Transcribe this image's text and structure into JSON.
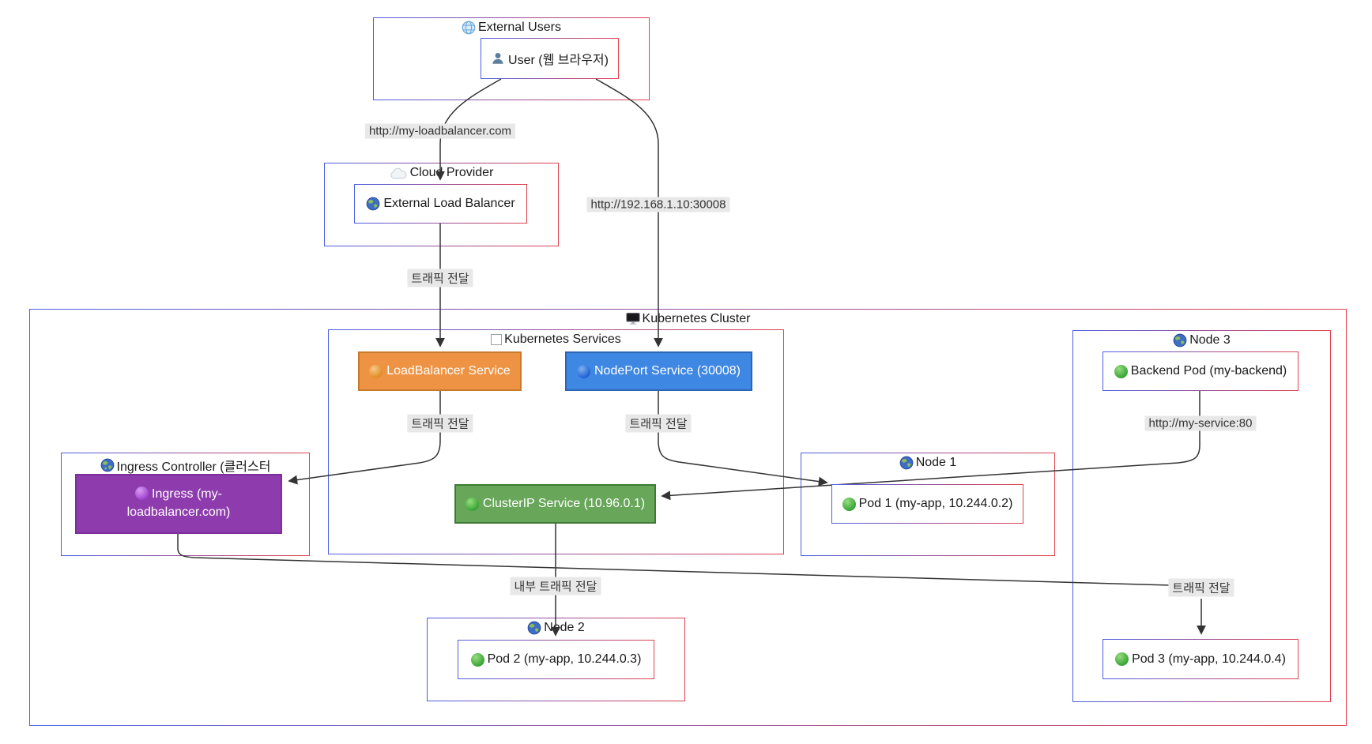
{
  "diagram": {
    "type": "kubernetes-architecture-flowchart",
    "groups": {
      "external_users": "External Users",
      "cloud_provider": "Cloud Provider",
      "kubernetes_cluster": "Kubernetes Cluster",
      "kubernetes_services": "Kubernetes Services",
      "ingress_controller": "Ingress Controller (클러스터",
      "node1": "Node 1",
      "node2": "Node 2",
      "node3": "Node 3"
    },
    "nodes": {
      "user": "User (웹 브라우저)",
      "external_load_balancer": "External Load Balancer",
      "loadbalancer_service": "LoadBalancer Service",
      "nodeport_service": "NodePort Service (30008)",
      "clusterip_service": "ClusterIP Service (10.96.0.1)",
      "ingress": "Ingress (my-loadbalancer.com)",
      "pod1": "Pod 1 (my-app, 10.244.0.2)",
      "pod2": "Pod 2 (my-app, 10.244.0.3)",
      "pod3": "Pod 3 (my-app, 10.244.0.4)",
      "backend_pod": "Backend Pod (my-backend)"
    },
    "edge_labels": {
      "user_to_lb": "http://my-loadbalancer.com",
      "user_to_nodeport": "http://192.168.1.10:30008",
      "elb_to_lb_service": "트래픽 전달",
      "lb_service_to_ingress": "트래픽 전달",
      "nodeport_to_pod1": "트래픽 전달",
      "backend_to_clusterip": "http://my-service:80",
      "clusterip_to_pod2": "내부 트래픽 전달",
      "ingress_to_pod3": "트래픽 전달"
    },
    "icons": {
      "external_users": "globe-with-meridians 🌐",
      "user": "person-silhouette 👤",
      "cloud_provider": "cloud ☁️",
      "external_load_balancer": "earth-globe 🌏",
      "kubernetes_cluster": "desktop-monitor 🖥️",
      "kubernetes_services": "empty-square □",
      "ingress_controller": "earth-globe 🌏",
      "node1": "earth-globe 🌏",
      "node2": "earth-globe 🌏",
      "node3": "earth-globe 🌏",
      "loadbalancer_service": "orange-circle 🟠",
      "nodeport_service": "blue-circle 🔵",
      "clusterip_service": "green-circle 🟢",
      "ingress": "purple-circle 🟣",
      "pods": "green-circle 🟢"
    },
    "colors": {
      "loadbalancer_service_fill": "#ee9344",
      "nodeport_service_fill": "#3e87e2",
      "clusterip_service_fill": "#68a65a",
      "ingress_fill": "#8e3cad",
      "group_border_left": "#4c5fe4",
      "group_border_right": "#e2404e",
      "edge_line": "#333333",
      "edge_label_bg": "#e8e8e8"
    }
  }
}
